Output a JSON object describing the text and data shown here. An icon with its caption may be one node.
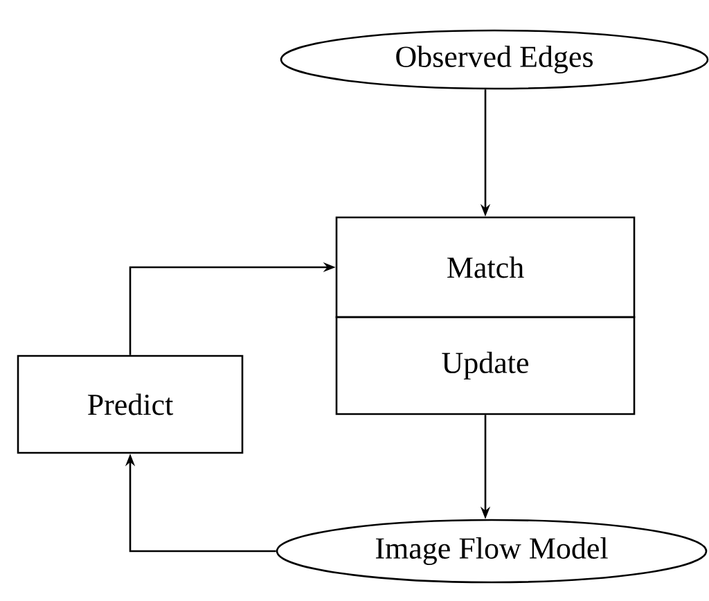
{
  "diagram": {
    "nodes": [
      {
        "text": [
          "Observed Edges"
        ]
      },
      {
        "text": [
          "Match"
        ]
      },
      {
        "text": [
          "Update"
        ]
      },
      {
        "text": [
          "Predict"
        ]
      },
      {
        "text": [
          "Image Flow Model"
        ]
      }
    ],
    "edges": [
      {
        "from": 0,
        "to": 1,
        "arrow": "to"
      },
      {
        "from": 2,
        "to": 4,
        "arrow": "to"
      },
      {
        "from": 4,
        "to": 3,
        "arrow": "to"
      },
      {
        "from": 3,
        "to": 1,
        "arrow": "to"
      }
    ]
  }
}
